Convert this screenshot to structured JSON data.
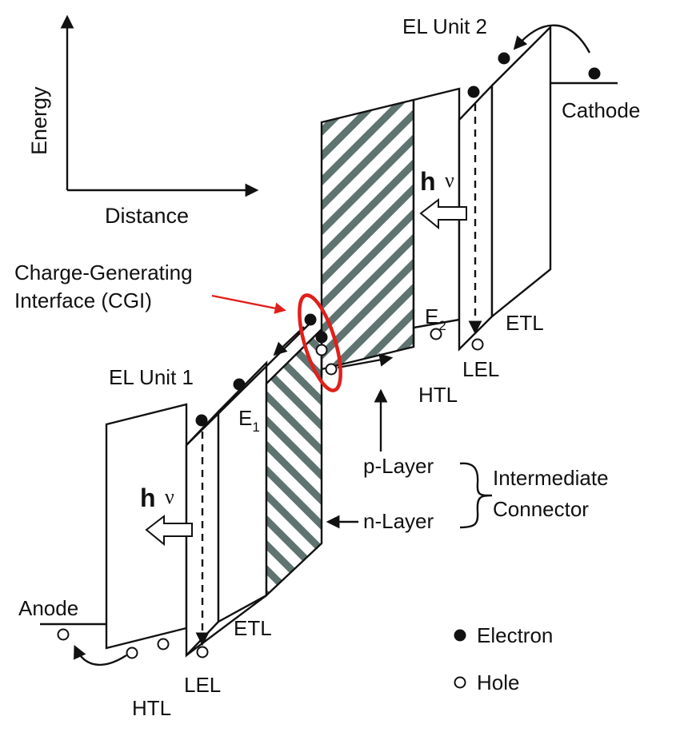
{
  "figure": {
    "type": "energy-band diagram",
    "subject": "Tandem OLED with intermediate connector"
  },
  "axes": {
    "y_label": "Energy",
    "x_label": "Distance"
  },
  "units": {
    "unit1": "EL Unit 1",
    "unit2": "EL Unit 2"
  },
  "electrodes": {
    "anode": "Anode",
    "cathode": "Cathode"
  },
  "layers": {
    "htl_1": "HTL",
    "lel_1": "LEL",
    "etl_1": "ETL",
    "htl_2": "HTL",
    "lel_2": "LEL",
    "etl_2": "ETL"
  },
  "energy_levels": {
    "e1_base": "E",
    "e1_sub": "1",
    "e2_base": "E",
    "e2_sub": "2"
  },
  "emission": {
    "h": "h",
    "nu": "ν"
  },
  "cgi": {
    "line1": "Charge-Generating",
    "line2": "Interface (CGI)",
    "highlight_color": "#e0201c"
  },
  "connector": {
    "p_layer": "p-Layer",
    "n_layer": "n-Layer",
    "line1": "Intermediate",
    "line2": "Connector"
  },
  "legend": {
    "electron": "Electron",
    "hole": "Hole"
  },
  "colors": {
    "ink": "#111111",
    "hatch_stripe": "#5f7470",
    "cgi_red": "#e0201c"
  }
}
